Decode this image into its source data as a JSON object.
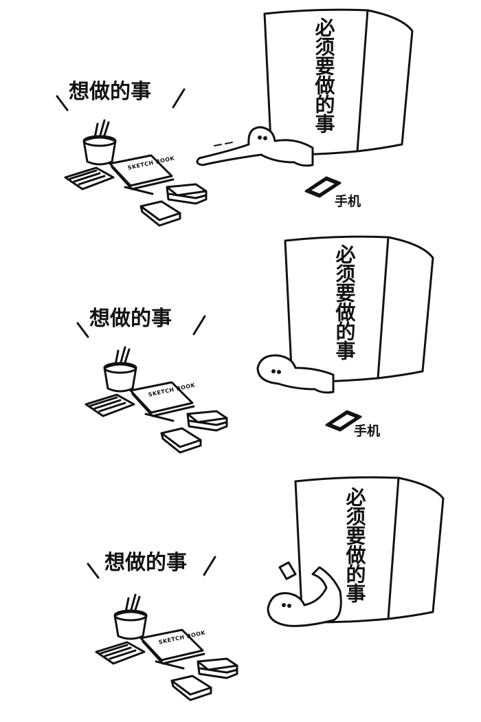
{
  "panels": [
    {
      "want_label": "想做的事",
      "must_label": "必须要做的事",
      "phone_label": "手机"
    },
    {
      "want_label": "想做的事",
      "must_label": "必须要做的事",
      "phone_label": "手机"
    },
    {
      "want_label": "想做的事",
      "must_label": "必须要做的事"
    }
  ],
  "sketchbook_text": "SKETCH BOOK"
}
